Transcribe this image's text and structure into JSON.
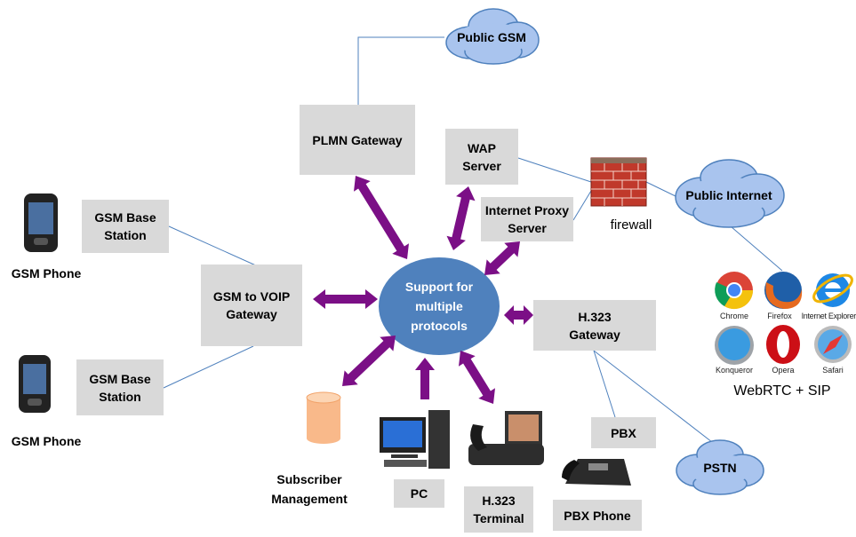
{
  "nodes": {
    "public_gsm": "Public GSM",
    "plmn_gateway": "PLMN Gateway",
    "wap_server": "WAP Server",
    "internet_proxy_server": "Internet Proxy Server",
    "firewall": "firewall",
    "public_internet": "Public Internet",
    "gsm_base_station_1": "GSM Base Station",
    "gsm_base_station_2": "GSM Base Station",
    "gsm_phone_1": "GSM Phone",
    "gsm_phone_2": "GSM Phone",
    "gsm_voip_gateway": "GSM to VOIP Gateway",
    "hub": "Support for multiple protocols",
    "h323_gateway": "H.323 Gateway",
    "pbx": "PBX",
    "pstn": "PSTN",
    "pbx_phone": "PBX Phone",
    "subscriber_management": "Subscriber Management",
    "pc": "PC",
    "h323_terminal": "H.323 Terminal"
  },
  "browsers": [
    "Chrome",
    "Firefox",
    "Internet Explorer",
    "Konqueror",
    "Opera",
    "Safari"
  ],
  "browsers_caption": "WebRTC + SIP",
  "colors": {
    "arrow": "#7b0f86",
    "hub": "#4f81bd",
    "box": "#d9d9d9",
    "cloud": "#a9c4ee",
    "line": "#4f81bd"
  }
}
